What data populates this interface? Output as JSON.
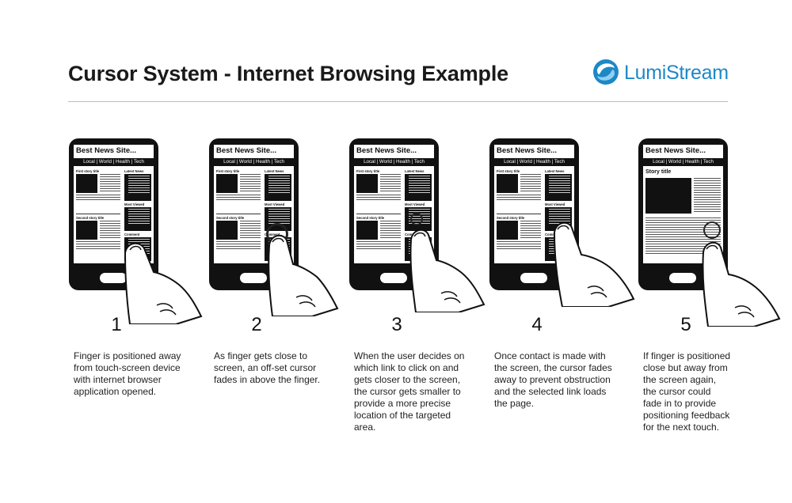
{
  "header": {
    "title": "Cursor System - Internet Browsing Example",
    "logo_text": "LumiStream"
  },
  "colors": {
    "brand_blue": "#1e88c7",
    "phone_black": "#111111",
    "rule_gray": "#bdbdbd"
  },
  "phone_screen": {
    "site_title": "Best News Site...",
    "nav_text": "Local | World | Health | Tech",
    "first_story": "First story title",
    "second_story": "Second story title",
    "latest_news": "Latest News",
    "most_viewed": "Most Viewed",
    "comment": "Comment",
    "story_title": "Story title"
  },
  "steps": [
    {
      "number": "1",
      "description": "Finger is positioned away from touch-screen device with internet browser application opened."
    },
    {
      "number": "2",
      "description": "As finger gets close to screen, an off-set cursor fades in above the finger."
    },
    {
      "number": "3",
      "description": "When the user decides on which link to click on and gets closer to the screen, the cursor gets smaller to provide a more precise location of the targeted area."
    },
    {
      "number": "4",
      "description": "Once contact is made with the screen, the cursor fades away to prevent obstruction and the selected link loads the page."
    },
    {
      "number": "5",
      "description": "If finger is positioned close but away from the screen again, the cursor could fade in to provide positioning feedback for the next touch."
    }
  ]
}
